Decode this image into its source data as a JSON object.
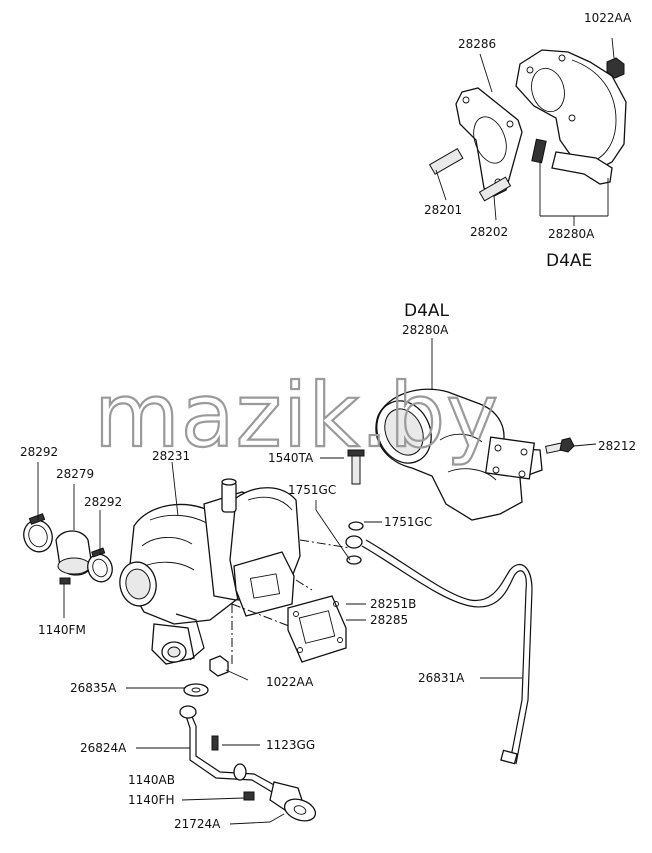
{
  "watermark": "mazik.by",
  "engine_labels": {
    "d4ae": "D4AE",
    "d4al": "D4AL"
  },
  "part_labels": {
    "p1022AA_top": "1022AA",
    "p28286": "28286",
    "p28201": "28201",
    "p28202": "28202",
    "p28280A_top": "28280A",
    "p28280A_mid": "28280A",
    "p28212": "28212",
    "p1540TA": "1540TA",
    "p1751GC_a": "1751GC",
    "p1751GC_b": "1751GC",
    "p28292_a": "28292",
    "p28279": "28279",
    "p28292_b": "28292",
    "p28231": "28231",
    "p1140FM": "1140FM",
    "p28251B": "28251B",
    "p28285": "28285",
    "p1022AA_bottom": "1022AA",
    "p26831A": "26831A",
    "p26835A": "26835A",
    "p26824A": "26824A",
    "p1123GG": "1123GG",
    "p1140AB": "1140AB",
    "p1140FH": "1140FH",
    "p21724A": "21724A"
  }
}
